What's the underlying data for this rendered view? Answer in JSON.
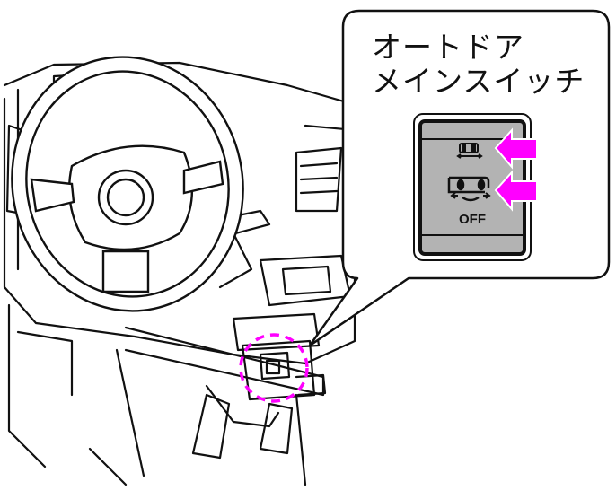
{
  "callout": {
    "title_line1": "オートドア",
    "title_line2": "メインスイッチ",
    "off_label": "OFF"
  },
  "colors": {
    "highlight": "#ff00ff",
    "switch_face": "#b3b3b3",
    "line": "#111111"
  }
}
